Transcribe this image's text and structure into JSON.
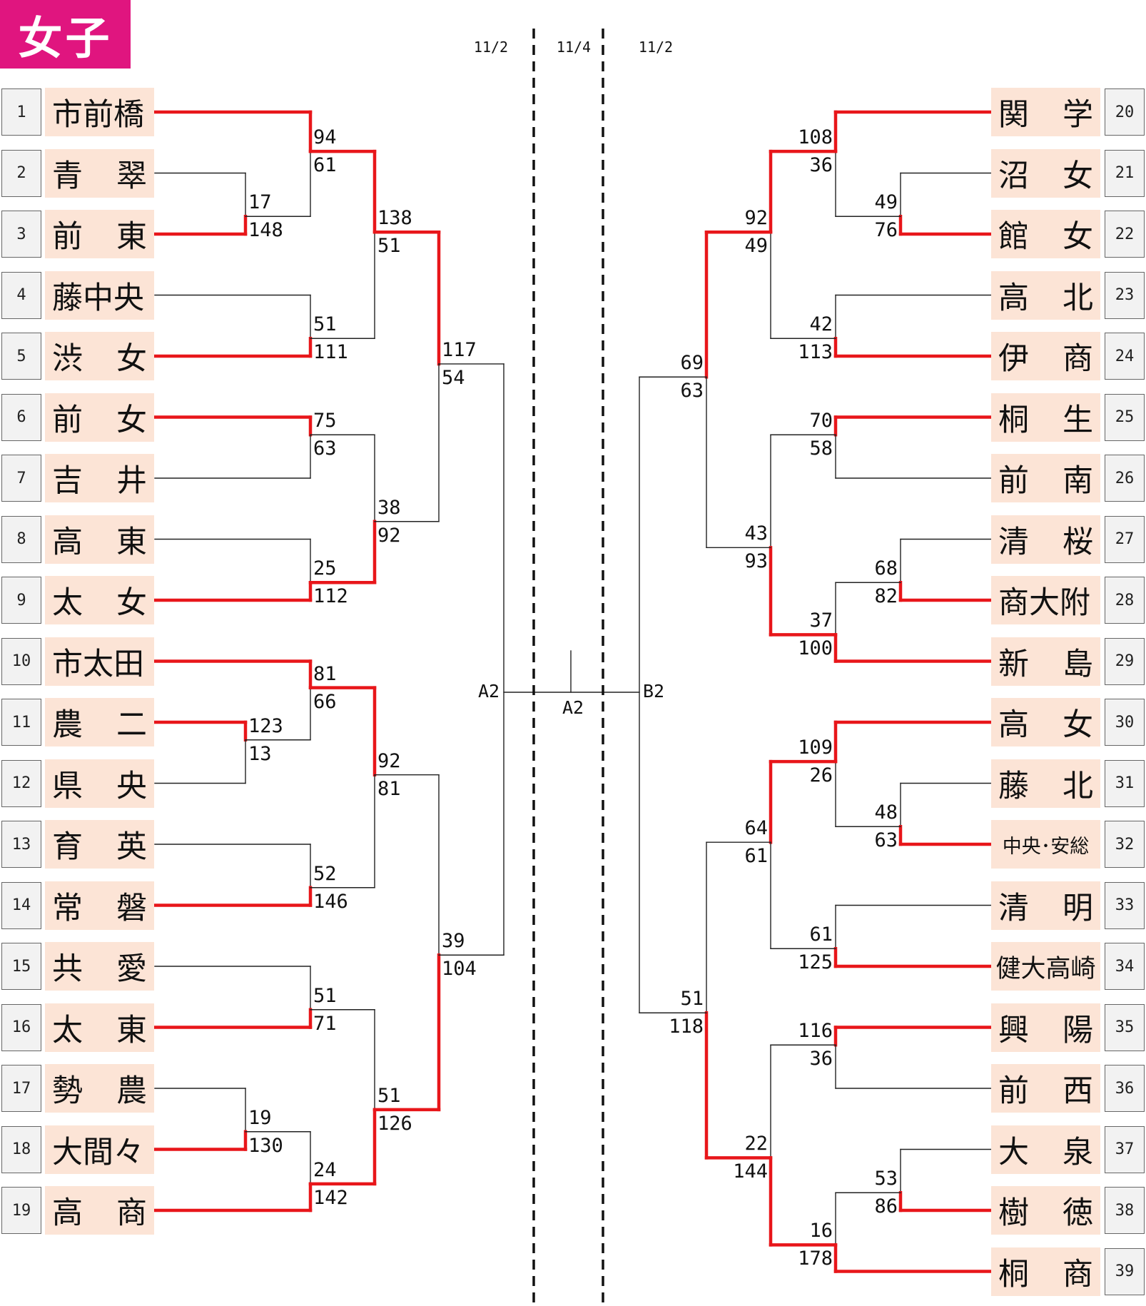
{
  "title": "女子",
  "dates": [
    "11/2",
    "11/4",
    "11/2"
  ],
  "final_labels": {
    "left": "A2",
    "center": "A2",
    "right": "B2"
  },
  "colors": {
    "win": "#e8161a",
    "lose": "#222222",
    "title_bg": "#e0157f",
    "team_bg": "#fce4d6",
    "seed_bg": "#f2f2f2"
  },
  "left_teams": [
    {
      "seed": "1",
      "name": "市前橋",
      "chars": []
    },
    {
      "seed": "2",
      "name": "青　翠",
      "chars": [
        "青",
        "翠"
      ]
    },
    {
      "seed": "3",
      "name": "前　東",
      "chars": [
        "前",
        "東"
      ]
    },
    {
      "seed": "4",
      "name": "藤中央",
      "chars": []
    },
    {
      "seed": "5",
      "name": "渋　女",
      "chars": [
        "渋",
        "女"
      ]
    },
    {
      "seed": "6",
      "name": "前　女",
      "chars": [
        "前",
        "女"
      ]
    },
    {
      "seed": "7",
      "name": "吉　井",
      "chars": [
        "吉",
        "井"
      ]
    },
    {
      "seed": "8",
      "name": "高　東",
      "chars": [
        "高",
        "東"
      ]
    },
    {
      "seed": "9",
      "name": "太　女",
      "chars": [
        "太",
        "女"
      ]
    },
    {
      "seed": "10",
      "name": "市太田",
      "chars": []
    },
    {
      "seed": "11",
      "name": "農　二",
      "chars": [
        "農",
        "二"
      ]
    },
    {
      "seed": "12",
      "name": "県　央",
      "chars": [
        "県",
        "央"
      ]
    },
    {
      "seed": "13",
      "name": "育　英",
      "chars": [
        "育",
        "英"
      ]
    },
    {
      "seed": "14",
      "name": "常　磐",
      "chars": [
        "常",
        "磐"
      ]
    },
    {
      "seed": "15",
      "name": "共　愛",
      "chars": [
        "共",
        "愛"
      ]
    },
    {
      "seed": "16",
      "name": "太　東",
      "chars": [
        "太",
        "東"
      ]
    },
    {
      "seed": "17",
      "name": "勢　農",
      "chars": [
        "勢",
        "農"
      ]
    },
    {
      "seed": "18",
      "name": "大間々",
      "chars": []
    },
    {
      "seed": "19",
      "name": "高　商",
      "chars": [
        "高",
        "商"
      ]
    }
  ],
  "right_teams": [
    {
      "seed": "20",
      "name": "関　学",
      "chars": [
        "関",
        "学"
      ]
    },
    {
      "seed": "21",
      "name": "沼　女",
      "chars": [
        "沼",
        "女"
      ]
    },
    {
      "seed": "22",
      "name": "館　女",
      "chars": [
        "館",
        "女"
      ]
    },
    {
      "seed": "23",
      "name": "高　北",
      "chars": [
        "高",
        "北"
      ]
    },
    {
      "seed": "24",
      "name": "伊　商",
      "chars": [
        "伊",
        "商"
      ]
    },
    {
      "seed": "25",
      "name": "桐　生",
      "chars": [
        "桐",
        "生"
      ]
    },
    {
      "seed": "26",
      "name": "前　南",
      "chars": [
        "前",
        "南"
      ]
    },
    {
      "seed": "27",
      "name": "清　桜",
      "chars": [
        "清",
        "桜"
      ]
    },
    {
      "seed": "28",
      "name": "商大附",
      "chars": []
    },
    {
      "seed": "29",
      "name": "新　島",
      "chars": [
        "新",
        "島"
      ]
    },
    {
      "seed": "30",
      "name": "高　女",
      "chars": [
        "高",
        "女"
      ]
    },
    {
      "seed": "31",
      "name": "藤　北",
      "chars": [
        "藤",
        "北"
      ]
    },
    {
      "seed": "32",
      "name": "中央･安総",
      "chars": []
    },
    {
      "seed": "33",
      "name": "清　明",
      "chars": [
        "清",
        "明"
      ]
    },
    {
      "seed": "34",
      "name": "健大高崎",
      "chars": []
    },
    {
      "seed": "35",
      "name": "興　陽",
      "chars": [
        "興",
        "陽"
      ]
    },
    {
      "seed": "36",
      "name": "前　西",
      "chars": [
        "前",
        "西"
      ]
    },
    {
      "seed": "37",
      "name": "大　泉",
      "chars": [
        "大",
        "泉"
      ]
    },
    {
      "seed": "38",
      "name": "樹　徳",
      "chars": [
        "樹",
        "徳"
      ]
    },
    {
      "seed": "39",
      "name": "桐　商",
      "chars": [
        "桐",
        "商"
      ]
    }
  ],
  "left_matches": [
    {
      "id": "L-2v3",
      "top": "17",
      "bot": "148",
      "winner": "bot"
    },
    {
      "id": "L-1vW23",
      "top": "94",
      "bot": "61",
      "winner": "top"
    },
    {
      "id": "L-4v5",
      "top": "51",
      "bot": "111",
      "winner": "bot"
    },
    {
      "id": "L-QF1",
      "top": "138",
      "bot": "51",
      "winner": "top"
    },
    {
      "id": "L-6v7",
      "top": "75",
      "bot": "63",
      "winner": "top"
    },
    {
      "id": "L-8v9",
      "top": "25",
      "bot": "112",
      "winner": "bot"
    },
    {
      "id": "L-QF2",
      "top": "38",
      "bot": "92",
      "winner": "bot"
    },
    {
      "id": "L-SF1",
      "top": "117",
      "bot": "54",
      "winner": "top"
    },
    {
      "id": "L-11v12",
      "top": "123",
      "bot": "13",
      "winner": "top"
    },
    {
      "id": "L-10vW1112",
      "top": "81",
      "bot": "66",
      "winner": "top"
    },
    {
      "id": "L-13v14",
      "top": "52",
      "bot": "146",
      "winner": "bot"
    },
    {
      "id": "L-QF3",
      "top": "92",
      "bot": "81",
      "winner": "top"
    },
    {
      "id": "L-15v16",
      "top": "51",
      "bot": "71",
      "winner": "bot"
    },
    {
      "id": "L-17v18",
      "top": "19",
      "bot": "130",
      "winner": "bot"
    },
    {
      "id": "L-W1718v19",
      "top": "24",
      "bot": "142",
      "winner": "bot"
    },
    {
      "id": "L-QF4",
      "top": "51",
      "bot": "126",
      "winner": "bot"
    },
    {
      "id": "L-SF2",
      "top": "39",
      "bot": "104",
      "winner": "bot"
    }
  ],
  "right_matches": [
    {
      "id": "R-21v22",
      "top": "49",
      "bot": "76",
      "winner": "bot"
    },
    {
      "id": "R-20vW2122",
      "top": "108",
      "bot": "36",
      "winner": "top"
    },
    {
      "id": "R-23v24",
      "top": "42",
      "bot": "113",
      "winner": "bot"
    },
    {
      "id": "R-QF1",
      "top": "92",
      "bot": "49",
      "winner": "top"
    },
    {
      "id": "R-25v26",
      "top": "70",
      "bot": "58",
      "winner": "top"
    },
    {
      "id": "R-27v28",
      "top": "68",
      "bot": "82",
      "winner": "bot"
    },
    {
      "id": "R-W2728v29",
      "top": "37",
      "bot": "100",
      "winner": "bot"
    },
    {
      "id": "R-QF2",
      "top": "43",
      "bot": "93",
      "winner": "bot"
    },
    {
      "id": "R-SF1",
      "top": "69",
      "bot": "63",
      "winner": "top"
    },
    {
      "id": "R-31v32",
      "top": "48",
      "bot": "63",
      "winner": "bot"
    },
    {
      "id": "R-30vW3132",
      "top": "109",
      "bot": "26",
      "winner": "top"
    },
    {
      "id": "R-33v34",
      "top": "61",
      "bot": "125",
      "winner": "bot"
    },
    {
      "id": "R-QF3",
      "top": "64",
      "bot": "61",
      "winner": "top"
    },
    {
      "id": "R-35v36",
      "top": "116",
      "bot": "36",
      "winner": "top"
    },
    {
      "id": "R-37v38",
      "top": "53",
      "bot": "86",
      "winner": "bot"
    },
    {
      "id": "R-W3738v39",
      "top": "16",
      "bot": "178",
      "winner": "bot"
    },
    {
      "id": "R-QF4",
      "top": "22",
      "bot": "144",
      "winner": "bot"
    },
    {
      "id": "R-SF2",
      "top": "51",
      "bot": "118",
      "winner": "bot"
    }
  ]
}
